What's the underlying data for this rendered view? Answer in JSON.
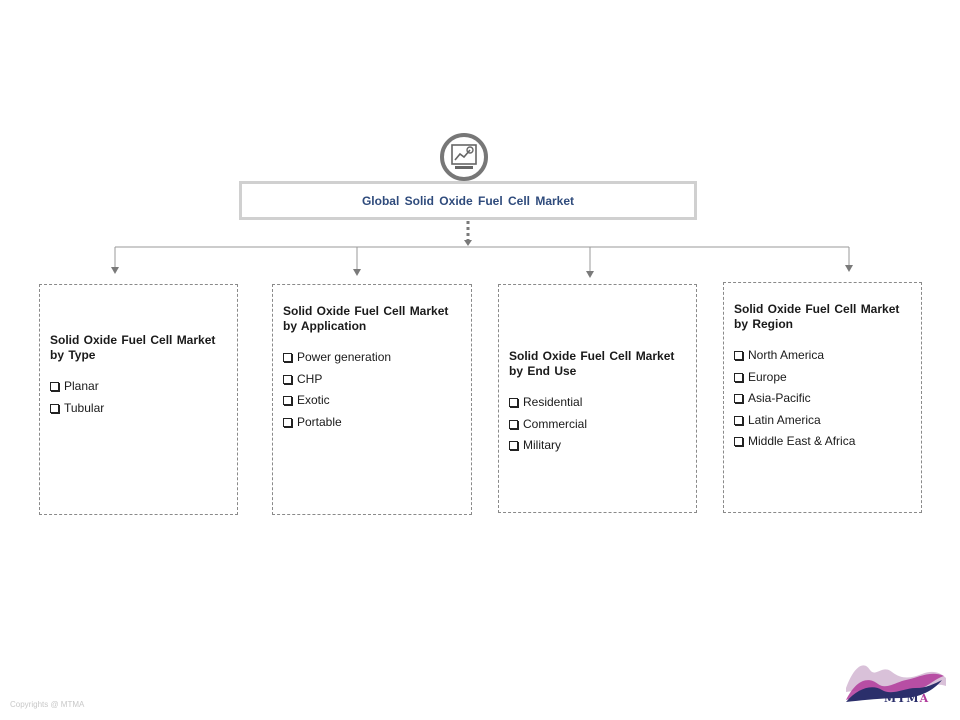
{
  "root": {
    "title": "Global  Solid Oxide Fuel Cell Market",
    "icon": "market-chart-icon"
  },
  "segments": [
    {
      "title": "Solid Oxide Fuel Cell Market by Type",
      "items": [
        "Planar",
        "Tubular"
      ]
    },
    {
      "title": "Solid Oxide Fuel Cell Market by Application",
      "items": [
        "Power generation",
        "CHP",
        "Exotic",
        "Portable"
      ]
    },
    {
      "title": "Solid Oxide Fuel Cell Market by End Use",
      "items": [
        "Residential",
        "Commercial",
        "Military"
      ]
    },
    {
      "title": "Solid Oxide Fuel Cell Market by Region",
      "items": [
        "North America",
        "Europe",
        "Asia-Pacific",
        "Latin America",
        "Middle East & Africa"
      ]
    }
  ],
  "footer": {
    "copyright": "Copyrights @ MTMA",
    "logo_text_1": "MT",
    "logo_text_2": "M",
    "logo_text_3": "A"
  },
  "colors": {
    "title_blue": "#2f4b7c",
    "connector": "#8a8a8a",
    "logo_navy": "#2b2f6b",
    "logo_magenta": "#b03a9a"
  }
}
